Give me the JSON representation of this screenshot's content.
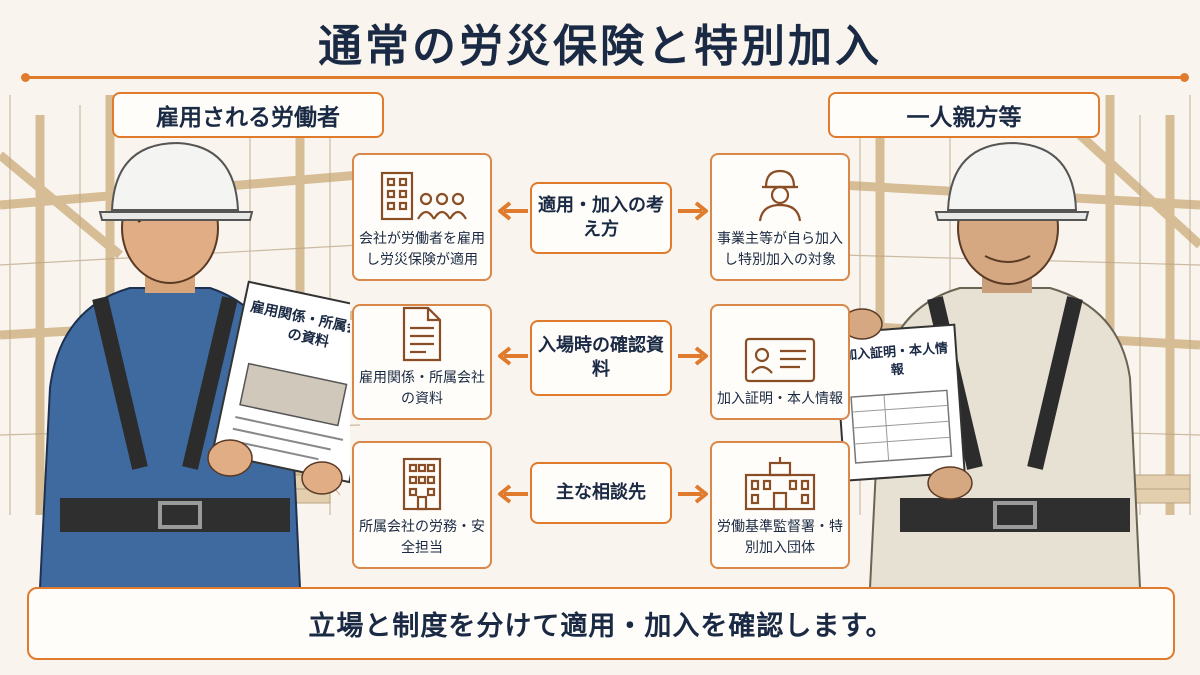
{
  "title": "通常の労災保険と特別加入",
  "left_label": "雇用される労働者",
  "right_label": "一人親方等",
  "left_person": {
    "document_text": "雇用関係・所属会社の資料"
  },
  "right_person": {
    "document_text": "加入証明・本人情報"
  },
  "rows": [
    {
      "center": "適用・加入の考え方",
      "left_card": {
        "text": "会社が労働者を雇用し労災保険が適用",
        "icon": "company-workers-icon"
      },
      "right_card": {
        "text": "事業主等が自ら加入し特別加入の対象",
        "icon": "person-helmet-icon"
      }
    },
    {
      "center": "入場時の確認資料",
      "left_card": {
        "text": "雇用関係・所属会社の資料",
        "icon": "document-icon"
      },
      "right_card": {
        "text": "加入証明・本人情報",
        "icon": "id-card-icon"
      }
    },
    {
      "center": "主な相談先",
      "left_card": {
        "text": "所属会社の労務・安全担当",
        "icon": "office-building-icon"
      },
      "right_card": {
        "text": "労働基準監督署・特別加入団体",
        "icon": "government-building-icon"
      }
    }
  ],
  "footer": "立場と制度を分けて適用・加入を確認します。",
  "colors": {
    "accent": "#e07a2c",
    "text": "#1b2a44",
    "background": "#f9f5ee"
  }
}
